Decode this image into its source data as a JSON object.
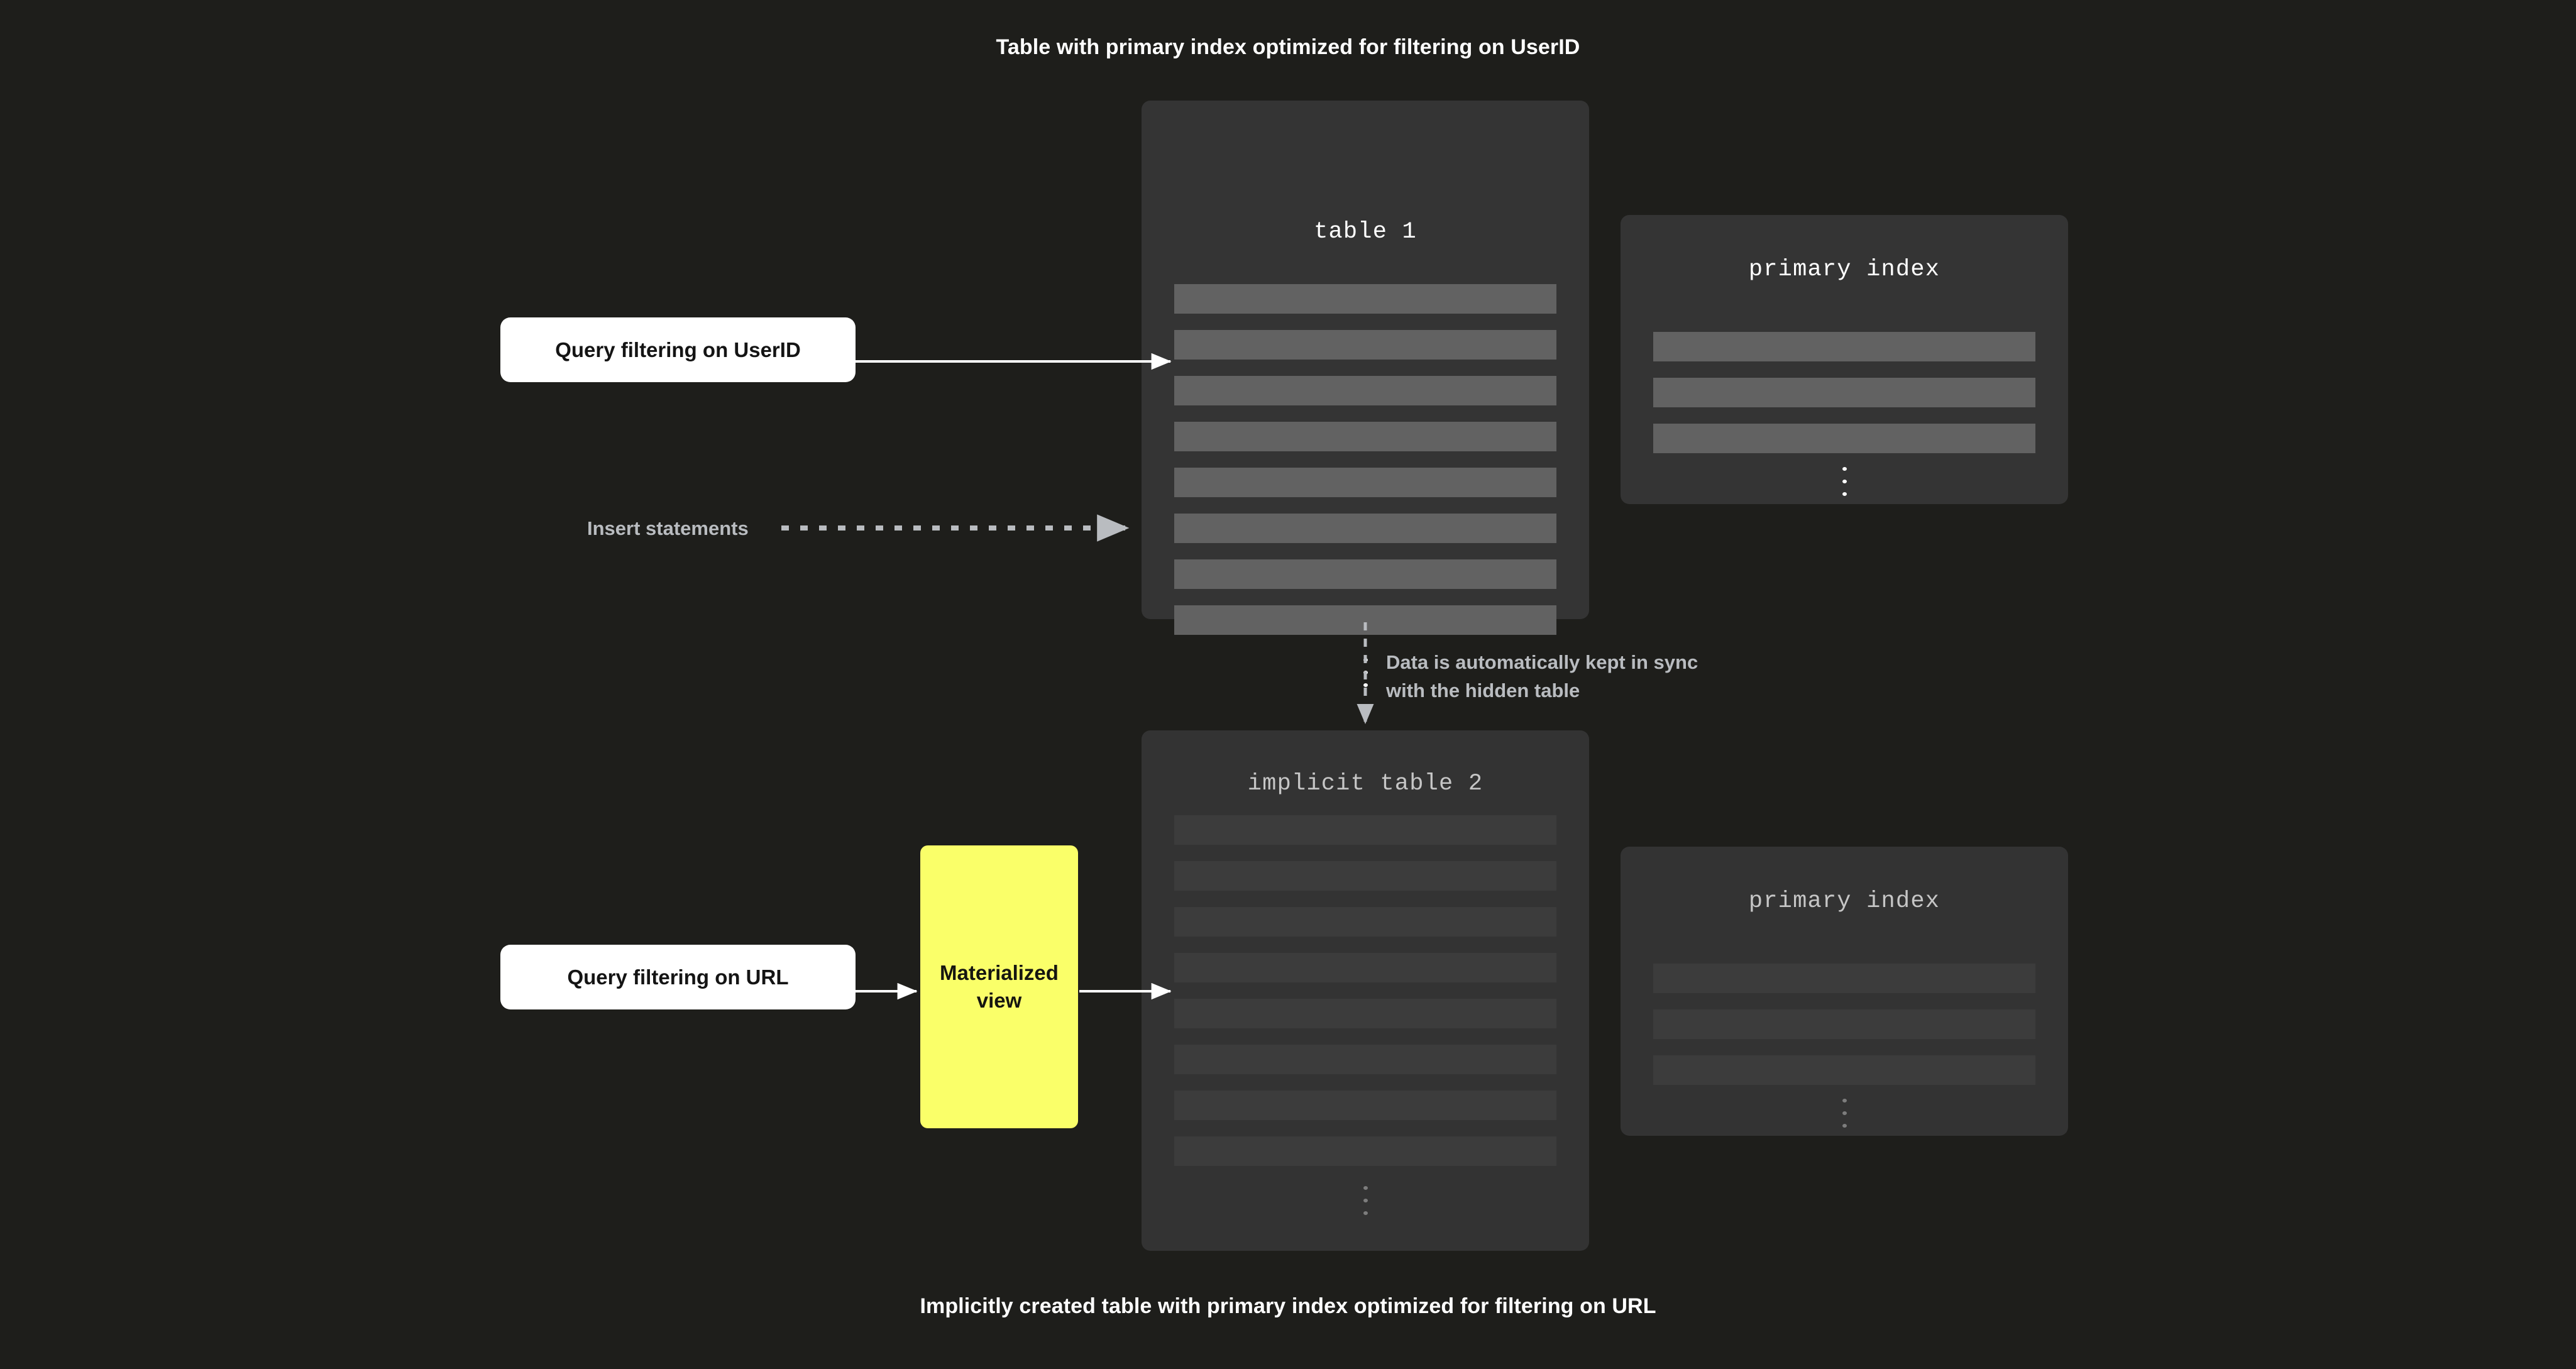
{
  "captions": {
    "top": "Table with primary index optimized for filtering on UserID",
    "bottom": "Implicitly created table with primary index optimized for filtering on URL"
  },
  "table1": {
    "title": "table 1",
    "row_count": 8,
    "ellipsis": "vertical-ellipsis"
  },
  "table1_index": {
    "title": "primary index",
    "row_count": 3,
    "ellipsis": "vertical-ellipsis"
  },
  "table2": {
    "title": "implicit table 2",
    "row_count": 8,
    "ellipsis": "vertical-ellipsis"
  },
  "table2_index": {
    "title": "primary index",
    "row_count": 3,
    "ellipsis": "vertical-ellipsis"
  },
  "queries": {
    "userid": "Query filtering on UserID",
    "url": "Query filtering on URL"
  },
  "materialized_view": {
    "label": "Materialized\nview"
  },
  "labels": {
    "insert_statements": "Insert statements",
    "sync_note": "Data is automatically kept in sync\nwith the hidden table"
  },
  "colors": {
    "background": "#1e1e1b",
    "panel": "#343434",
    "panel_dim": "#333333",
    "row": "#626262",
    "row_dim": "#3c3c3c",
    "accent_yellow": "#faff69",
    "query_box": "#ffffff",
    "text_primary": "#ffffff",
    "text_muted": "#b9bcc0",
    "connector_solid": "#ffffff",
    "connector_dashed": "#b9bcc0"
  }
}
